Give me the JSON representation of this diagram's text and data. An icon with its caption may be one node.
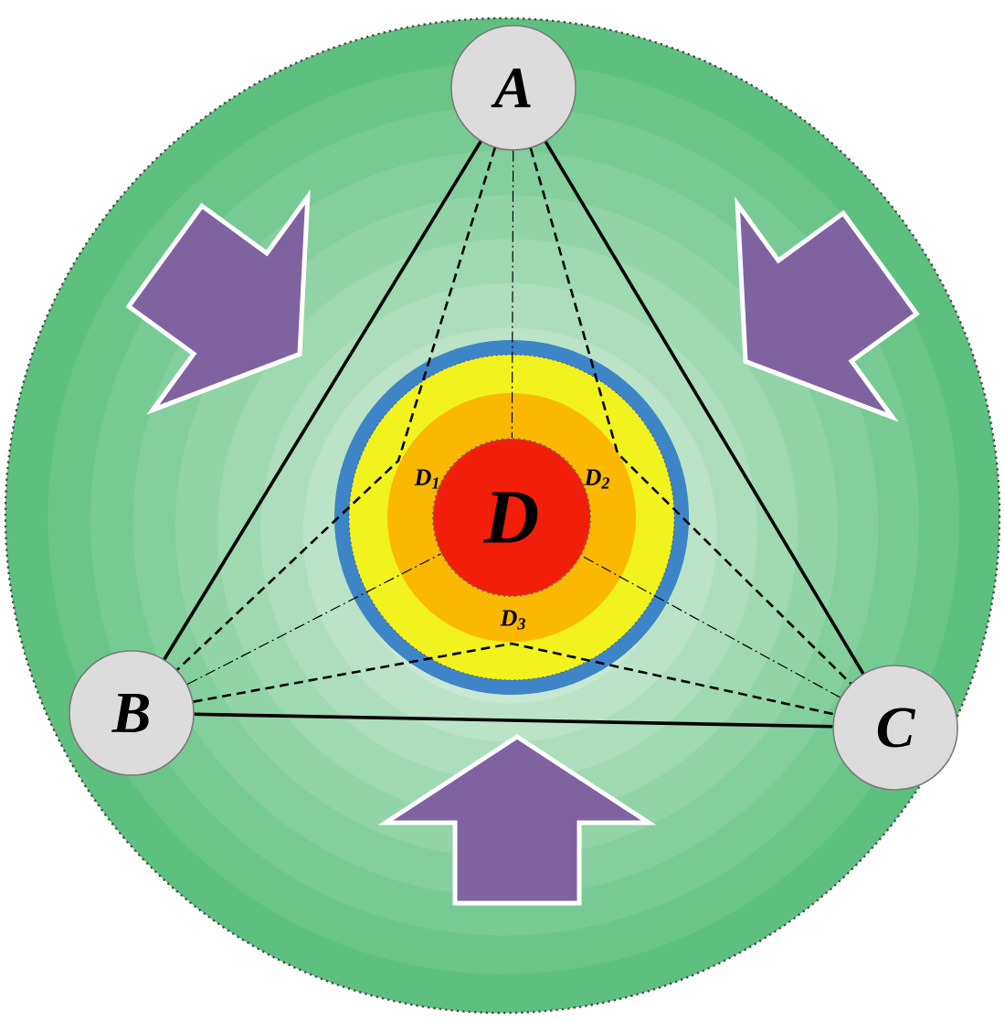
{
  "diagram": {
    "nodes": [
      {
        "text": [
          "A"
        ]
      },
      {
        "text": [
          "B"
        ]
      },
      {
        "text": [
          "C"
        ]
      },
      {
        "text": [
          "D"
        ]
      }
    ],
    "edges": [
      {
        "from": 0,
        "to": 1,
        "arrow": "none"
      },
      {
        "from": 1,
        "to": 2,
        "arrow": "none"
      },
      {
        "from": 0,
        "to": 2,
        "arrow": "none"
      },
      {
        "from": 0,
        "to": 1,
        "arrow": "none",
        "style": "dashed"
      },
      {
        "from": 0,
        "to": 2,
        "arrow": "none",
        "style": "dashed"
      },
      {
        "from": 1,
        "to": 2,
        "arrow": "none",
        "style": "dashed"
      },
      {
        "from": 0,
        "to": 3,
        "arrow": "none",
        "style": "dashed"
      },
      {
        "from": 1,
        "to": 3,
        "arrow": "none",
        "style": "dashed"
      },
      {
        "from": 2,
        "to": 3,
        "arrow": "none",
        "style": "dashed"
      }
    ],
    "labels": [
      "D$_{1}$",
      "D$_{2}$",
      "D$_{3}$"
    ]
  }
}
